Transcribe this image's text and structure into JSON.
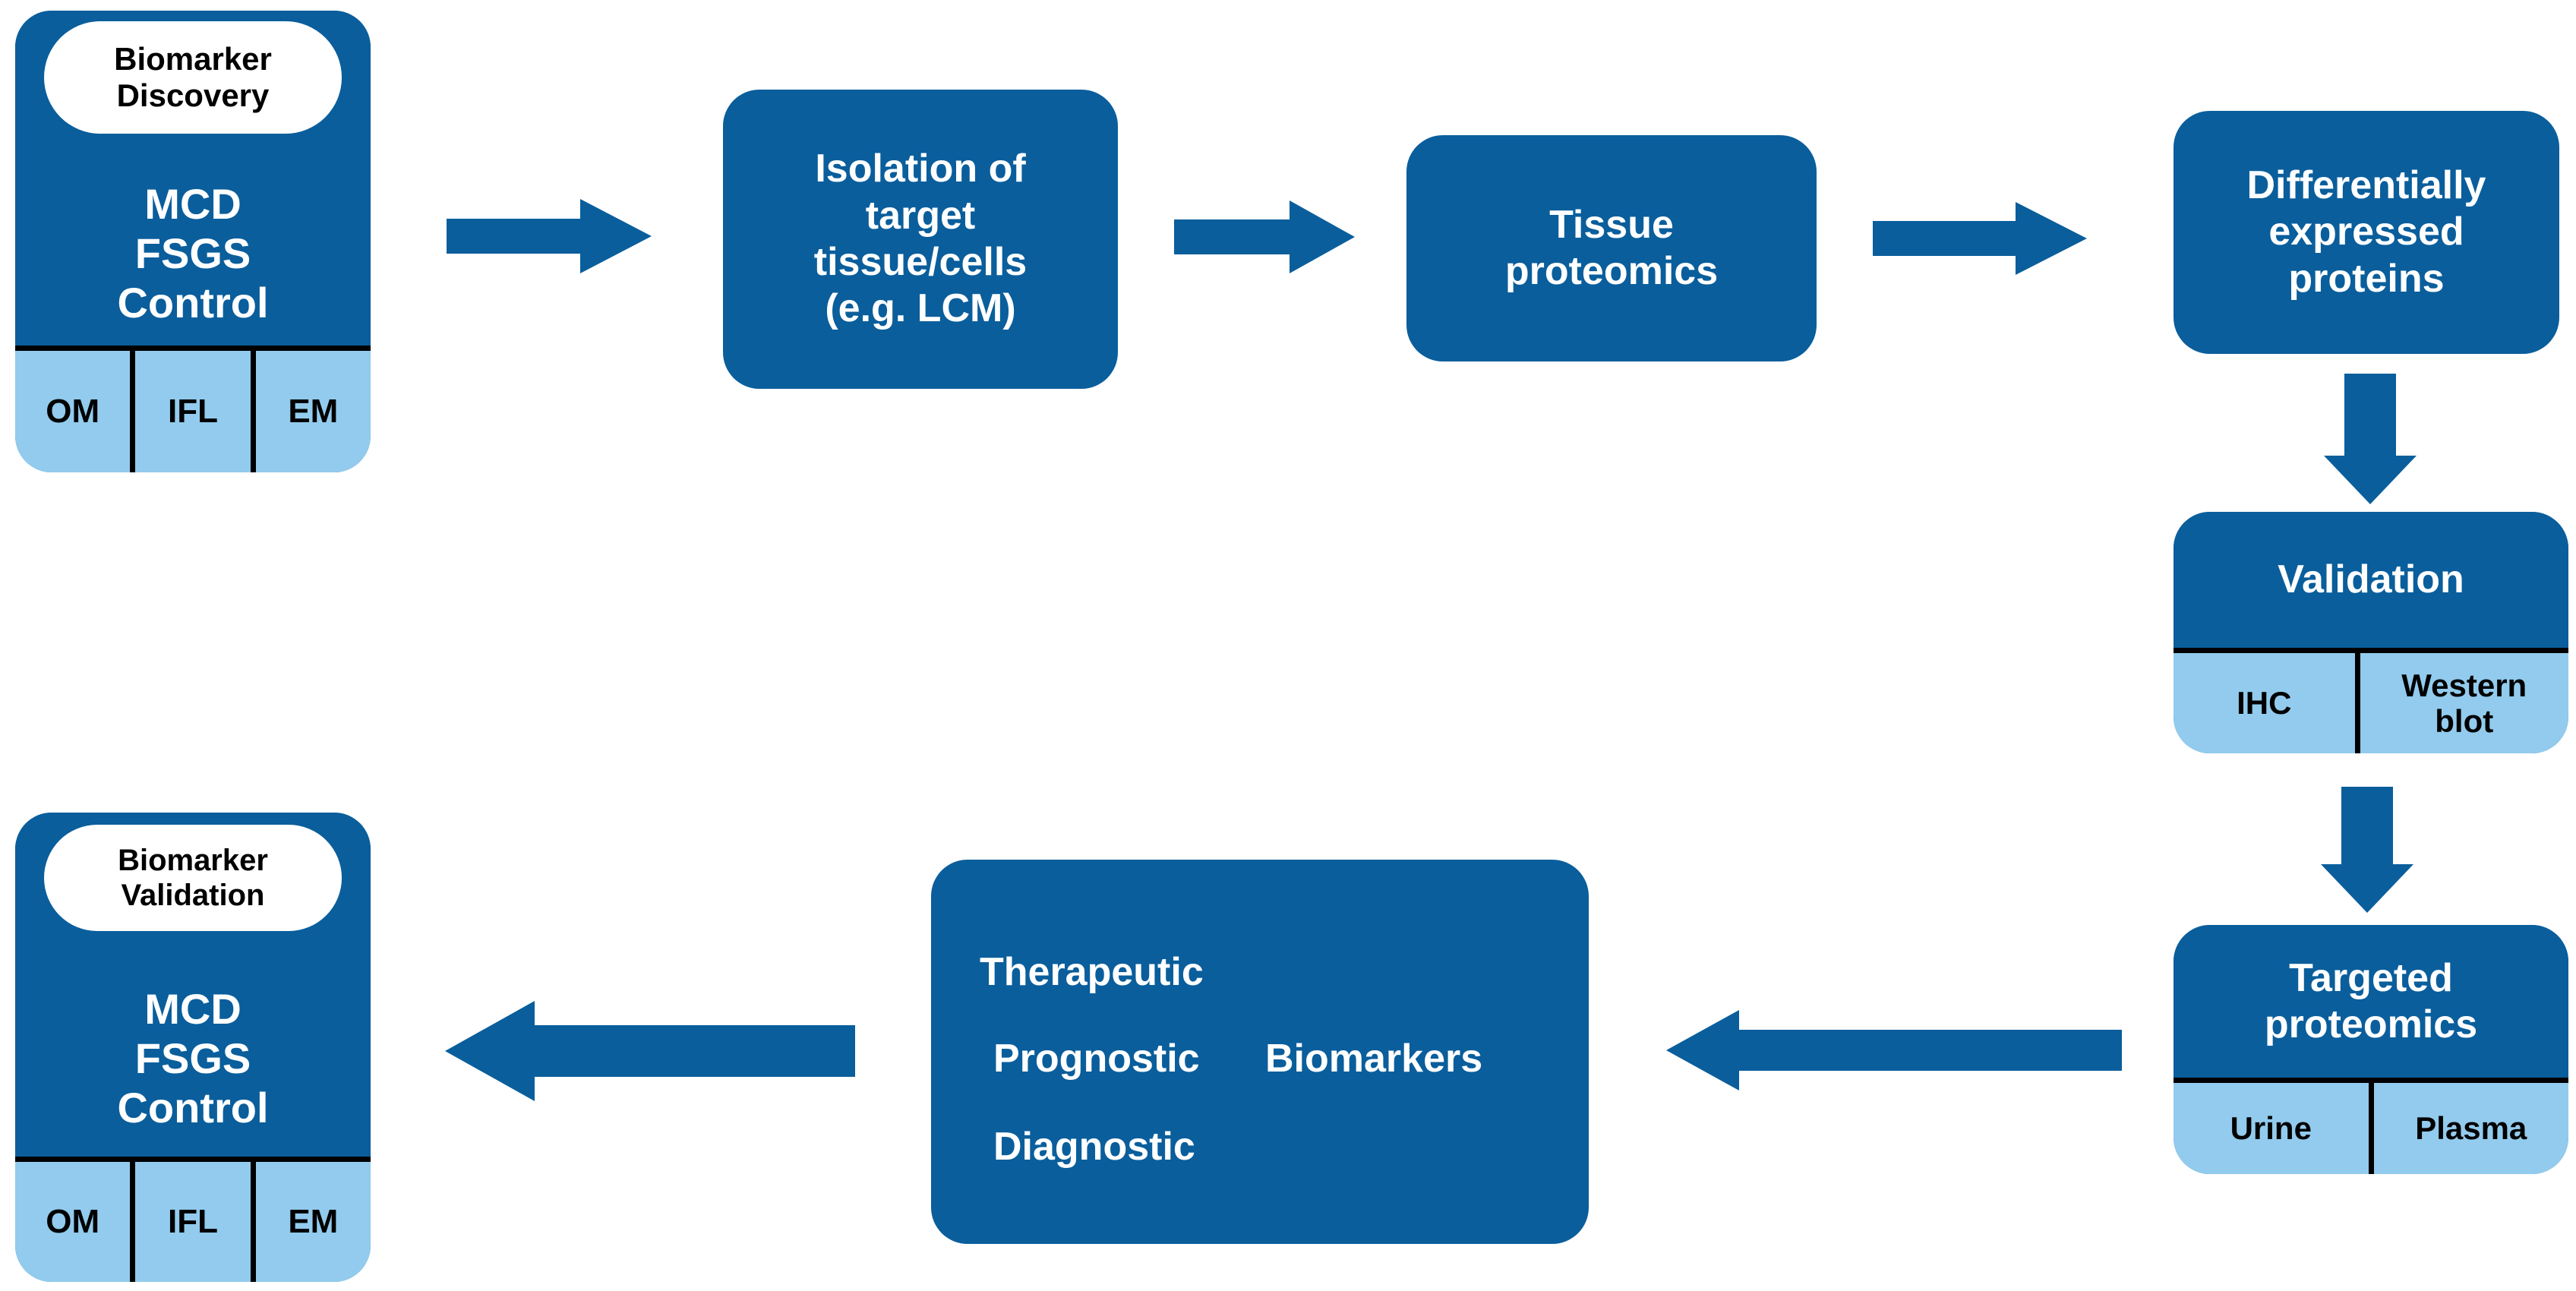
{
  "diagram": {
    "title": "Biomarker discovery and validation proteomics workflow",
    "colors": {
      "dark_blue": "#0A5E9C",
      "light_blue": "#92CBED",
      "white": "#FFFFFF",
      "black": "#000000"
    }
  },
  "nodes": {
    "discovery": {
      "badge": {
        "line1": "Biomarker",
        "line2": "Discovery"
      },
      "groups": [
        "MCD",
        "FSGS",
        "Control"
      ],
      "cells": [
        "OM",
        "IFL",
        "EM"
      ]
    },
    "isolation": {
      "lines": [
        "Isolation of",
        "target",
        "tissue/cells",
        "(e.g. LCM)"
      ]
    },
    "tissue_proteomics": {
      "lines": [
        "Tissue",
        "proteomics"
      ]
    },
    "differential": {
      "lines": [
        "Differentially",
        "expressed",
        "proteins"
      ]
    },
    "validation": {
      "header": "Validation",
      "cells": [
        "IHC",
        "Western blot"
      ]
    },
    "targeted": {
      "header_lines": [
        "Targeted",
        "proteomics"
      ],
      "cells": [
        "Urine",
        "Plasma"
      ]
    },
    "biomarkers": {
      "categories": [
        "Therapeutic",
        "Prognostic",
        "Diagnostic"
      ],
      "main_label": "Biomarkers"
    },
    "bm_validation": {
      "badge": {
        "line1": "Biomarker",
        "line2": "Validation"
      },
      "groups": [
        "MCD",
        "FSGS",
        "Control"
      ],
      "cells": [
        "OM",
        "IFL",
        "EM"
      ]
    }
  },
  "arrows": [
    {
      "name": "discovery-to-isolation",
      "direction": "right"
    },
    {
      "name": "isolation-to-tissue-proteomics",
      "direction": "right"
    },
    {
      "name": "tissue-proteomics-to-differential",
      "direction": "right"
    },
    {
      "name": "differential-to-validation",
      "direction": "down"
    },
    {
      "name": "validation-to-targeted",
      "direction": "down"
    },
    {
      "name": "targeted-to-biomarkers",
      "direction": "left"
    },
    {
      "name": "biomarkers-to-bm-validation",
      "direction": "left"
    }
  ]
}
